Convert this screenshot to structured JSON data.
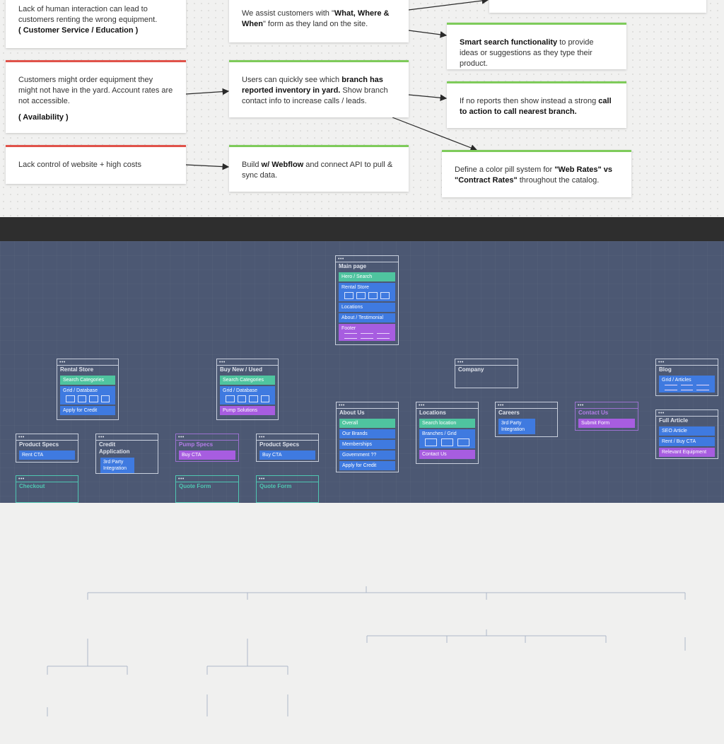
{
  "problems": [
    {
      "text": "Lack of human interaction can lead to customers renting the wrong equipment.",
      "tag": "( Customer Service / Education )"
    },
    {
      "text": "Customers might order equipment they might not have in the yard. Account rates are not accessible.",
      "tag": "( Availability )"
    },
    {
      "text": "Lack control of website + high costs"
    }
  ],
  "solutions": [
    {
      "pre": "We assist customers with \"",
      "bold": "What, Where & When",
      "post": "\" form as they land on the site."
    },
    {
      "pre": "Users can quickly see which ",
      "bold": "branch has reported inventory in yard.",
      "post": " Show branch contact info to increase calls / leads."
    },
    {
      "pre": "Build ",
      "bold": "w/ Webflow",
      "post": " and connect API to pull & sync data."
    }
  ],
  "outcomes": [
    {
      "pre": "",
      "bold": "Smart search functionality",
      "post": " to provide ideas or suggestions as they type their product."
    },
    {
      "pre": "If no reports then show instead a strong ",
      "bold": "call to action to call nearest branch.",
      "post": ""
    },
    {
      "pre": "Define a color pill system for ",
      "bold": "\"Web Rates\" vs \"Contract Rates\"",
      "post": " throughout the catalog."
    }
  ],
  "sitemap": {
    "dots": "•••",
    "main": {
      "title": "Main page",
      "items": [
        "Hero / Search",
        "Rental Store",
        "Locations",
        "About / Testimonial",
        "Footer"
      ]
    },
    "rental_store": {
      "title": "Rental Store",
      "items": [
        "Search Categories",
        "Grid / Database",
        "Apply for Credit"
      ]
    },
    "buy_new_used": {
      "title": "Buy New / Used",
      "items": [
        "Search Categories",
        "Grid / Database",
        "Pump Solutions"
      ]
    },
    "company": {
      "title": "Company"
    },
    "blog": {
      "title": "Blog",
      "items": [
        "Grid / Articles"
      ]
    },
    "full_article": {
      "title": "Full Article",
      "items": [
        "SEO Article",
        "Rent / Buy CTA",
        "Relevant Equipment"
      ]
    },
    "about_us": {
      "title": "About Us",
      "items": [
        "Overall",
        "Our Brands",
        "Memberships",
        "Government ??",
        "Apply for Credit"
      ]
    },
    "locations": {
      "title": "Locations",
      "items": [
        "Search location",
        "Branches / Grid",
        "Contact Us"
      ]
    },
    "careers": {
      "title": "Careers",
      "items": [
        "3rd Party Integration"
      ]
    },
    "contact_us": {
      "title": "Contact Us",
      "items": [
        "Submit Form"
      ]
    },
    "product_specs_1": {
      "title": "Product Specs",
      "items": [
        "Rent CTA"
      ]
    },
    "credit_application": {
      "title": "Credit Application",
      "items": [
        "3rd Party Integration"
      ]
    },
    "pump_specs": {
      "title": "Pump Specs",
      "items": [
        "Buy CTA"
      ]
    },
    "product_specs_2": {
      "title": "Product Specs",
      "items": [
        "Buy CTA"
      ]
    },
    "checkout": {
      "title": "Checkout"
    },
    "quote_form_1": {
      "title": "Quote Form"
    },
    "quote_form_2": {
      "title": "Quote Form"
    }
  },
  "colors": {
    "problem_accent": "#e0524a",
    "solution_accent": "#7ecb5a",
    "sitemap_bg": "#4c5873",
    "green_item": "#4fc49f",
    "blue_item": "#3f7ae0",
    "purple_item": "#a75de0"
  }
}
